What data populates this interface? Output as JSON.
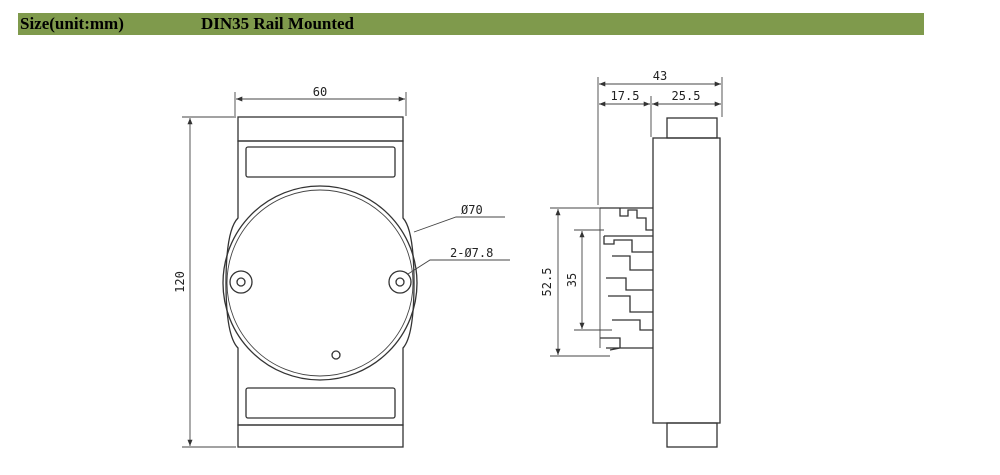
{
  "header": {
    "size_label": "Size(unit:mm)",
    "mount_label": "DIN35 Rail Mounted",
    "bar_color": "#7f9a4c"
  },
  "front_view": {
    "width_dim": "60",
    "height_dim": "120",
    "circle_dim": "Ø70",
    "holes_dim": "2-Ø7.8"
  },
  "side_view": {
    "depth_dim": "43",
    "left_part_dim": "17.5",
    "right_part_dim": "25.5",
    "rail_outer_dim": "52.5",
    "rail_inner_dim": "35"
  }
}
